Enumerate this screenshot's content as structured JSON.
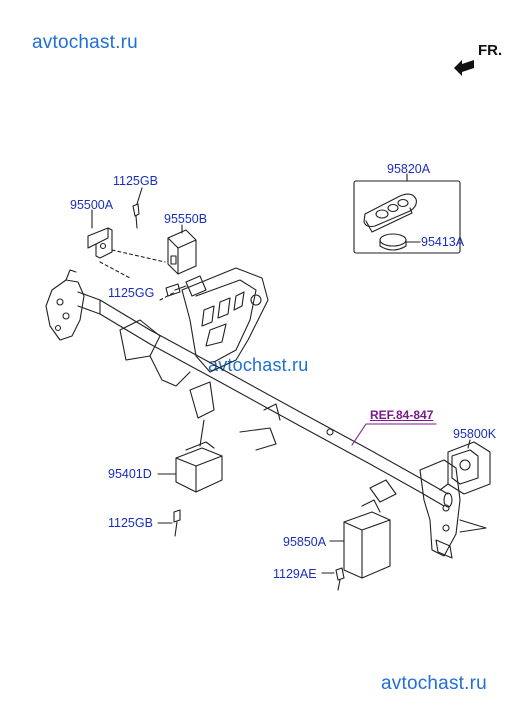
{
  "watermarks": [
    "avtochast.ru",
    "avtochast.ru",
    "avtochast.ru"
  ],
  "direction": {
    "label": "FR."
  },
  "parts": {
    "p1125GB_top": "1125GB",
    "p95500A": "95500A",
    "p95550B": "95550B",
    "p1125GG": "1125GG",
    "p95820A": "95820A",
    "p95413A": "95413A",
    "ref": "REF.84-847",
    "p95800K": "95800K",
    "p95401D": "95401D",
    "p1125GB_bot": "1125GB",
    "p95850A": "95850A",
    "p1129AE": "1129AE"
  },
  "colors": {
    "label": "#1a2fb8",
    "ref": "#7a1a8a",
    "watermark": "#1f6fd6",
    "line": "#222222"
  }
}
